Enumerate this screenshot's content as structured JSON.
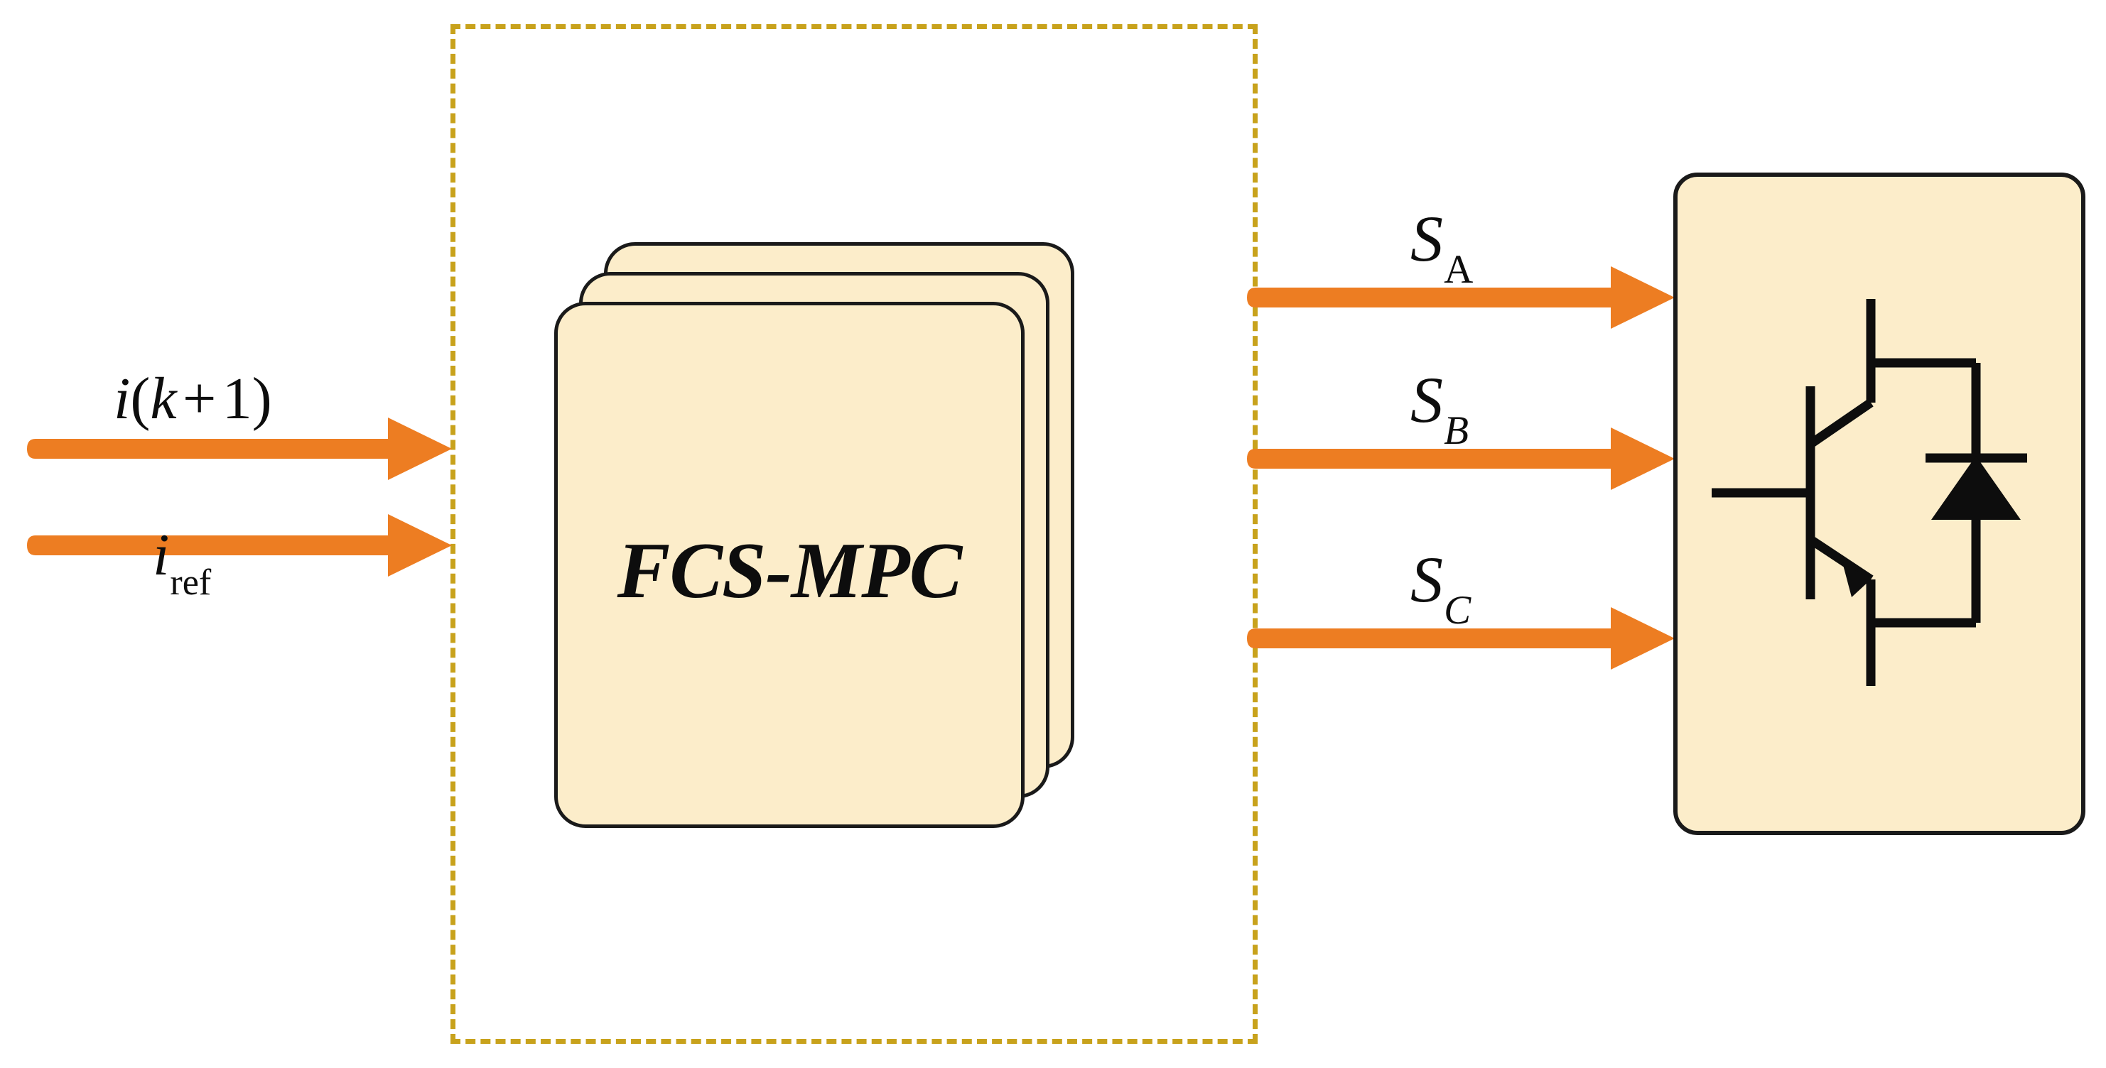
{
  "figure": {
    "type": "block-diagram",
    "title_present": false,
    "background_color": "#ffffff"
  },
  "colors": {
    "arrow_orange": "#ED7D22",
    "block_fill": "#FCEDCA",
    "block_stroke": "#1A1A1A",
    "dashed_boundary": "#C8A21C",
    "text": "#0D0D0D"
  },
  "controller_region": {
    "name": "dashed-controller-boundary",
    "style": "dashed",
    "stroke_color": "#C8A21C"
  },
  "controller": {
    "label": "FCS-MPC",
    "stack_count": 3,
    "shape": "rounded-rectangle-stack",
    "fill": "#FCEDCA"
  },
  "inputs": [
    {
      "id": "i-k-plus-1",
      "label_parts": {
        "var": "i",
        "open": "(",
        "index": "k",
        "op": "+",
        "num": "1",
        "close": ")"
      },
      "label_text": "i(k + 1)",
      "arrow_direction": "right"
    },
    {
      "id": "i-ref",
      "label_parts": {
        "var": "i",
        "subscript": "ref"
      },
      "label_text": "i_ref",
      "arrow_direction": "right"
    }
  ],
  "outputs": [
    {
      "id": "s-a",
      "label_parts": {
        "var": "S",
        "subscript": "A",
        "subscript_style": "roman"
      },
      "label_text": "S_A",
      "arrow_direction": "right"
    },
    {
      "id": "s-b",
      "label_parts": {
        "var": "S",
        "subscript": "B",
        "subscript_style": "italic"
      },
      "label_text": "S_B",
      "arrow_direction": "right"
    },
    {
      "id": "s-c",
      "label_parts": {
        "var": "S",
        "subscript": "C",
        "subscript_style": "italic"
      },
      "label_text": "S_C",
      "arrow_direction": "right"
    }
  ],
  "plant": {
    "name": "inverter-block",
    "symbol": "igbt-with-antiparallel-diode",
    "fill": "#FCEDCA",
    "label": ""
  }
}
